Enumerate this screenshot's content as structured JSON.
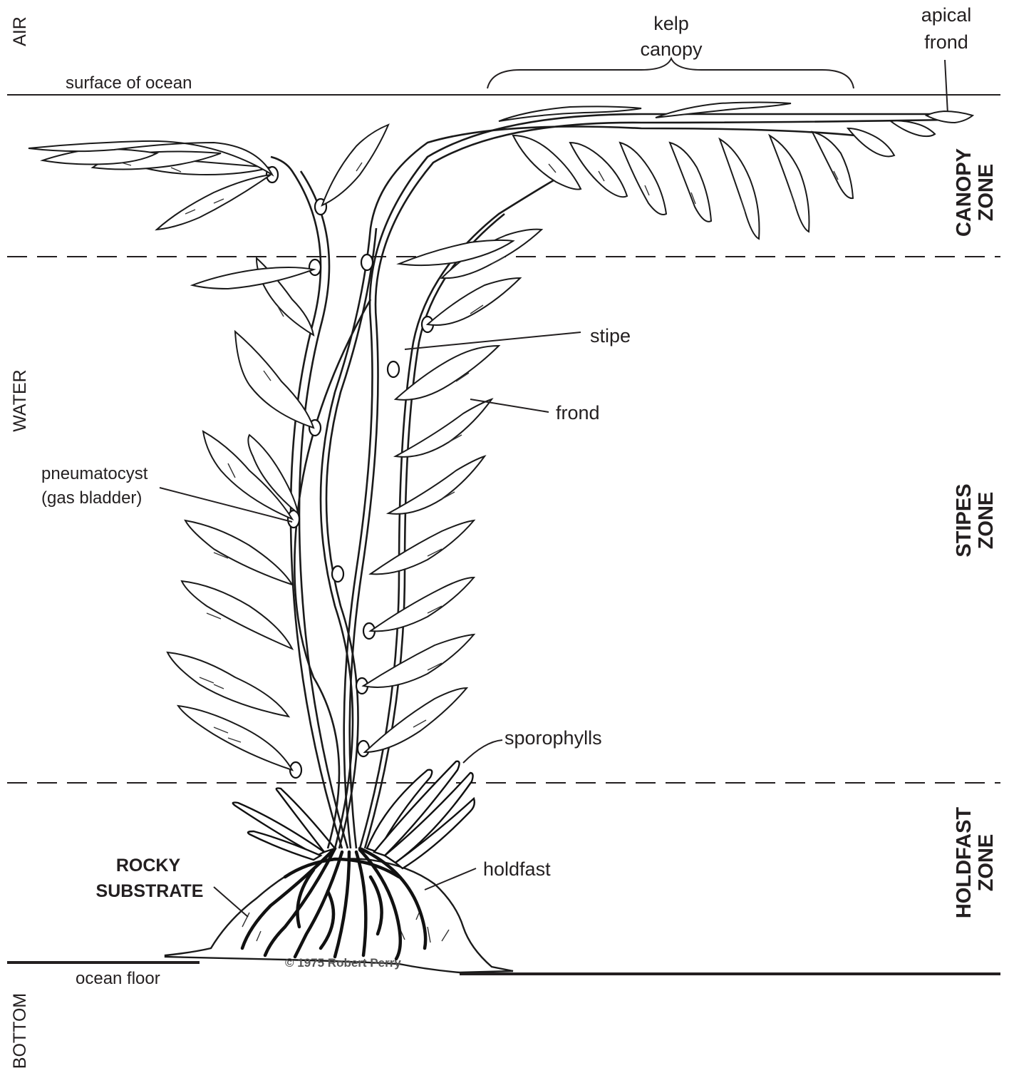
{
  "side_labels": {
    "air": "AIR",
    "water": "WATER",
    "bottom": "BOTTOM"
  },
  "labels": {
    "surface": "surface of ocean",
    "kelp_canopy_line1": "kelp",
    "kelp_canopy_line2": "canopy",
    "apical_frond_line1": "apical",
    "apical_frond_line2": "frond",
    "stipe": "stipe",
    "frond": "frond",
    "pneumatocyst_line1": "pneumatocyst",
    "pneumatocyst_line2": "(gas bladder)",
    "sporophylls": "sporophylls",
    "holdfast": "holdfast",
    "rocky_line1": "ROCKY",
    "rocky_line2": "SUBSTRATE",
    "ocean_floor": "ocean floor",
    "copyright": "© 1975 Robert Perry"
  },
  "zones": {
    "canopy_line1": "CANOPY",
    "canopy_line2": "ZONE",
    "stipes_line1": "STIPES",
    "stipes_line2": "ZONE",
    "holdfast_line1": "HOLDFAST",
    "holdfast_line2": "ZONE"
  }
}
